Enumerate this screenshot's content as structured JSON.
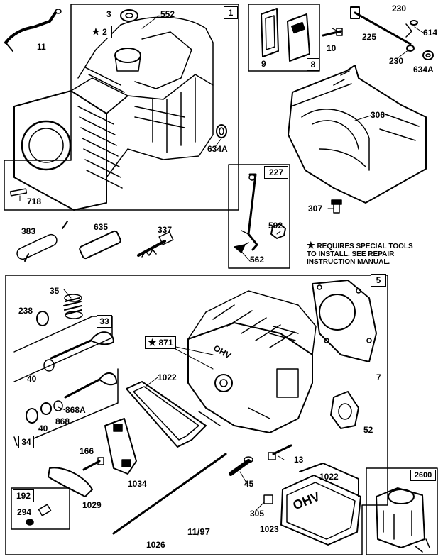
{
  "callouts": {
    "c1": "1",
    "c3": "3",
    "c552": "552",
    "c2": "2",
    "c11": "11",
    "c718": "718",
    "c634a_left": "634A",
    "c9": "9",
    "c8": "8",
    "c10": "10",
    "c230_top": "230",
    "c614": "614",
    "c225": "225",
    "c230_mid": "230",
    "c634a_right": "634A",
    "c306": "306",
    "c227": "227",
    "c592": "592",
    "c562": "562",
    "c307": "307",
    "c383": "383",
    "c635": "635",
    "c337": "337",
    "c5": "5",
    "c35": "35",
    "c238": "238",
    "c33": "33",
    "c871": "871",
    "c7": "7",
    "c40_a": "40",
    "c1022_top": "1022",
    "c868a": "868A",
    "c40_b": "40",
    "c868": "868",
    "c34": "34",
    "c52": "52",
    "c166": "166",
    "c13": "13",
    "c1034": "1034",
    "c45": "45",
    "c1022_bottom": "1022",
    "c192": "192",
    "c294": "294",
    "c1029": "1029",
    "c305": "305",
    "c1023": "1023",
    "c1026": "1026",
    "c2600": "2600"
  },
  "date_code": "11/97",
  "note": {
    "line1": "REQUIRES SPECIAL TOOLS",
    "line2": "TO INSTALL.  SEE REPAIR",
    "line3": "INSTRUCTION MANUAL."
  },
  "valve_cover_text": "OHV",
  "head_text": "OHV"
}
